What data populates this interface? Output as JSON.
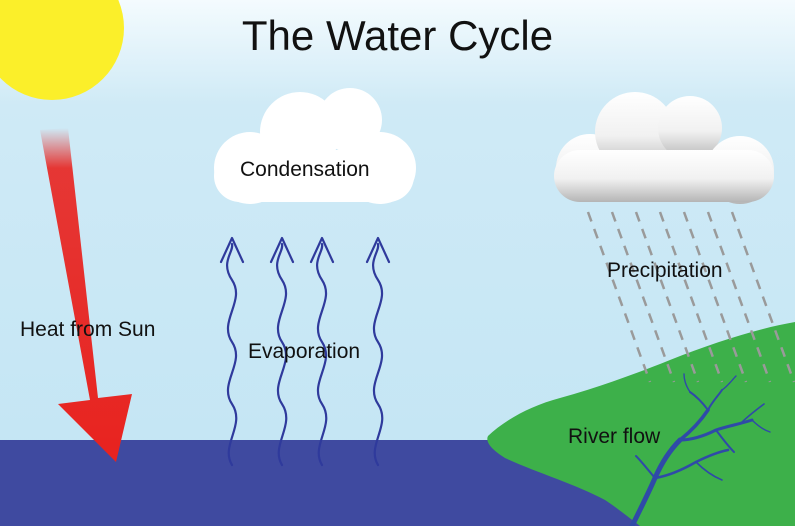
{
  "title": "The Water Cycle",
  "labels": {
    "condensation": "Condensation",
    "precipitation": "Precipitation",
    "heat_from_sun": "Heat from Sun",
    "evaporation": "Evaporation",
    "river_flow": "River flow"
  },
  "colors": {
    "sky": "#c6e7f5",
    "sky_top": "#f3fafd",
    "sun": "#fbef2a",
    "heat_arrow": "#e8231f",
    "ocean": "#3f4aa0",
    "land": "#3db04a",
    "evaporation_arrows": "#2f3a9c",
    "rain": "#9a9a9a",
    "river": "#2f4aa8",
    "cloud": "#ffffff",
    "rain_cloud_shade": "#bdbdbd"
  }
}
